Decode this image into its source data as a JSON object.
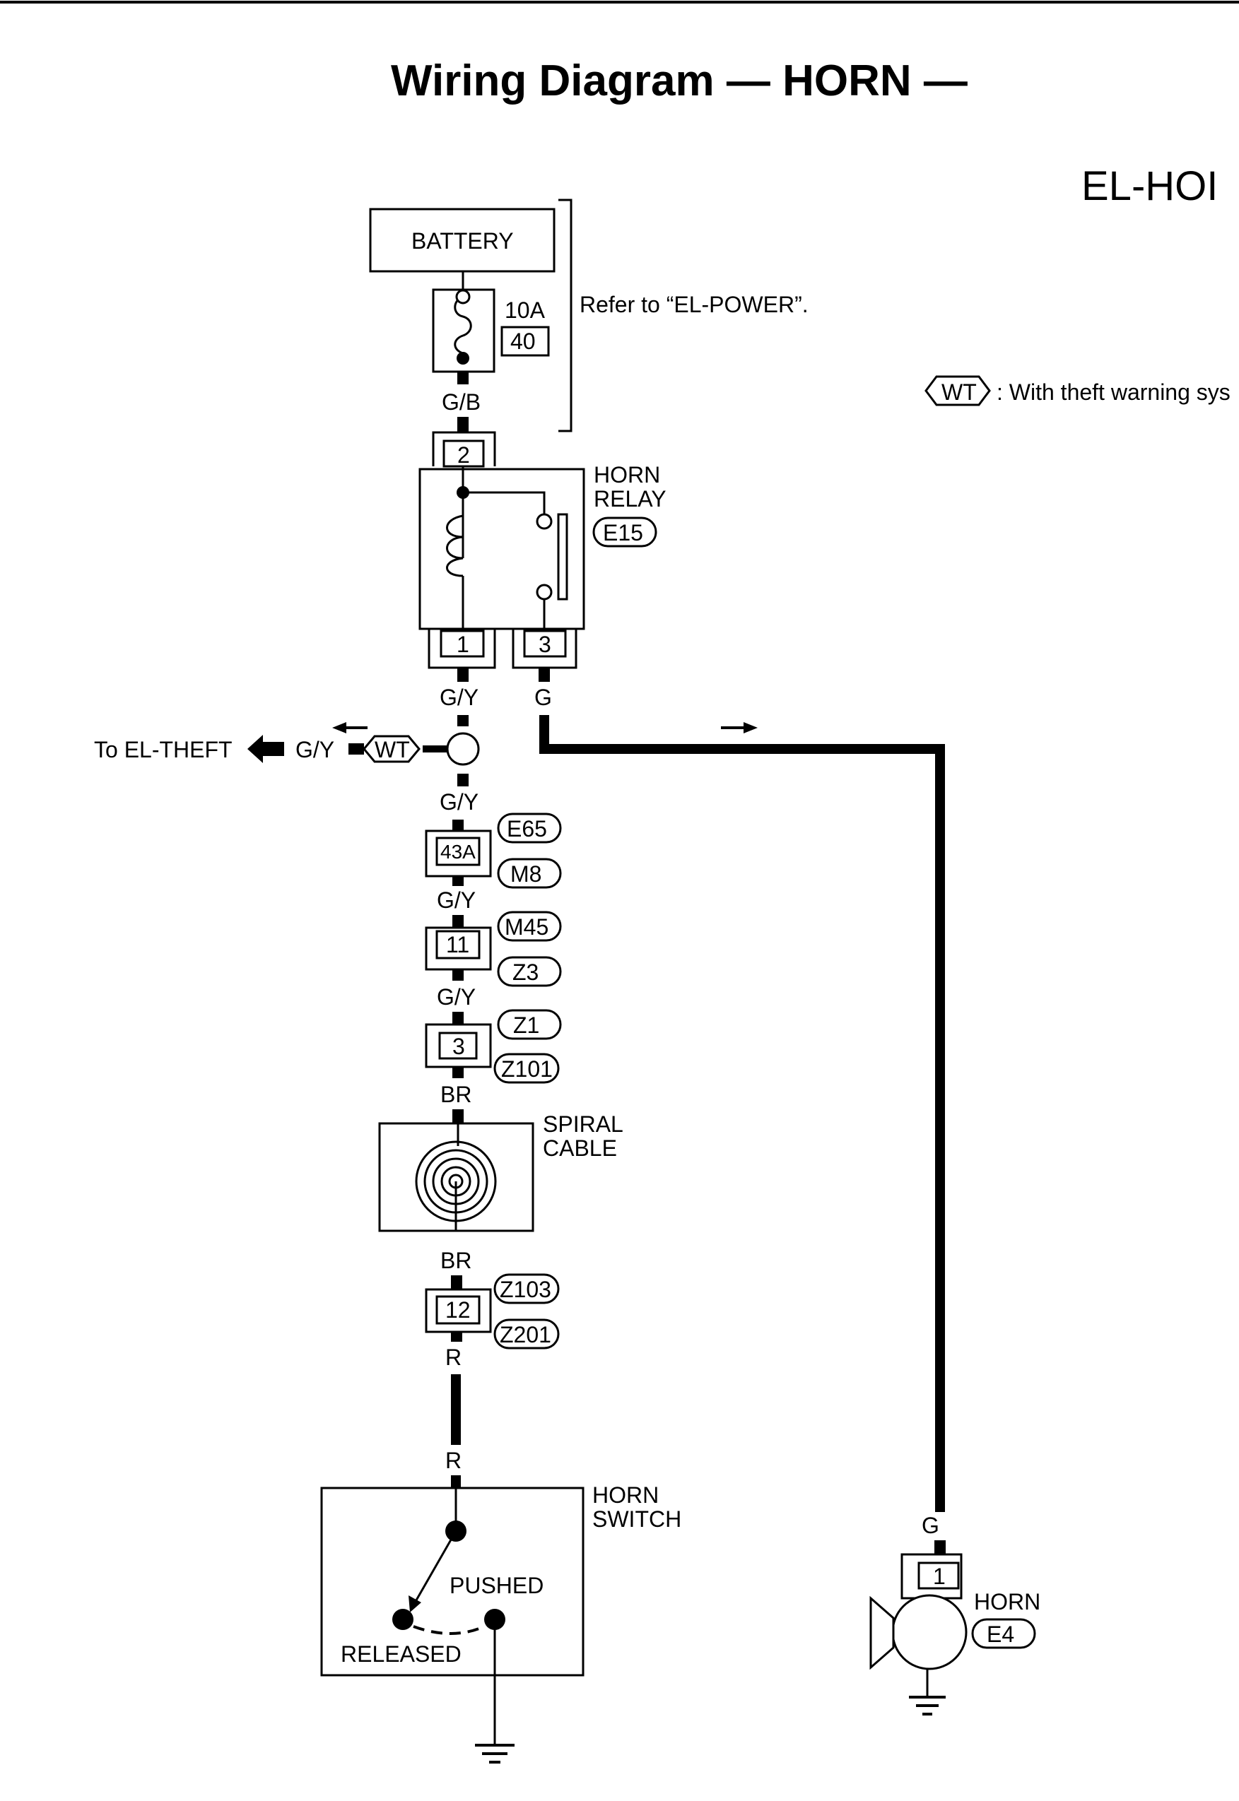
{
  "title": "Wiring Diagram — HORN —",
  "section_code": "EL-HOI",
  "legend": {
    "symbol": "WT",
    "text": ": With theft warning sys"
  },
  "battery": {
    "label": "BATTERY"
  },
  "fuse": {
    "rating": "10A",
    "number": "40"
  },
  "power_note": "Refer to “EL-POWER”.",
  "wires": {
    "gb": "G/B",
    "gy1": "G/Y",
    "g_top": "G",
    "gy_theft": "G/Y",
    "gy2": "G/Y",
    "gy3": "G/Y",
    "gy4": "G/Y",
    "br1": "BR",
    "br2": "BR",
    "r1": "R",
    "r2": "R",
    "g_horn": "G"
  },
  "horn_relay": {
    "name_line1": "HORN",
    "name_line2": "RELAY",
    "connector": "E15",
    "pin_top": "2",
    "pin_left": "1",
    "pin_right": "3"
  },
  "theft": {
    "label": "To EL-THEFT",
    "symbol": "WT"
  },
  "connectors": {
    "c1": {
      "pin": "43A",
      "upper": "E65",
      "lower": "M8"
    },
    "c2": {
      "pin": "11",
      "upper": "M45",
      "lower": "Z3"
    },
    "c3": {
      "pin": "3",
      "upper": "Z1",
      "lower": "Z101"
    },
    "c4": {
      "pin": "12",
      "upper": "Z103",
      "lower": "Z201"
    }
  },
  "spiral_cable": {
    "line1": "SPIRAL",
    "line2": "CABLE"
  },
  "horn_switch": {
    "line1": "HORN",
    "line2": "SWITCH",
    "pushed": "PUSHED",
    "released": "RELEASED"
  },
  "horn": {
    "name": "HORN",
    "connector": "E4",
    "pin": "1"
  }
}
